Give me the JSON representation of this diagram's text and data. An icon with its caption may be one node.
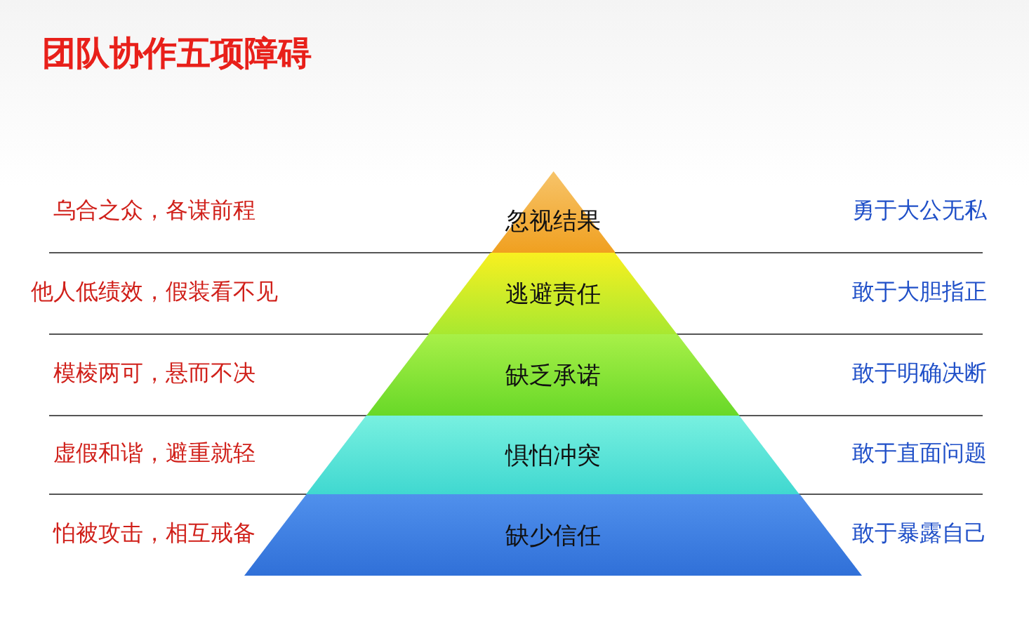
{
  "diagram": {
    "title": "团队协作五项障碍",
    "nodes": [
      {
        "text": [
          "忽视结果"
        ]
      },
      {
        "text": [
          "逃避责任"
        ]
      },
      {
        "text": [
          "缺乏承诺"
        ]
      },
      {
        "text": [
          "惧怕冲突"
        ]
      },
      {
        "text": [
          "缺少信任"
        ]
      }
    ],
    "edges": [],
    "labels": [
      "乌合之众，各谋前程",
      "勇于大公无私",
      "他人低绩效，假装看不见",
      "敢于大胆指正",
      "模棱两可，悬而不决",
      "敢于明确决断",
      "虚假和谐，避重就轻",
      "敢于直面问题",
      "怕被攻击，相互戒备",
      "敢于暴露自己"
    ]
  }
}
